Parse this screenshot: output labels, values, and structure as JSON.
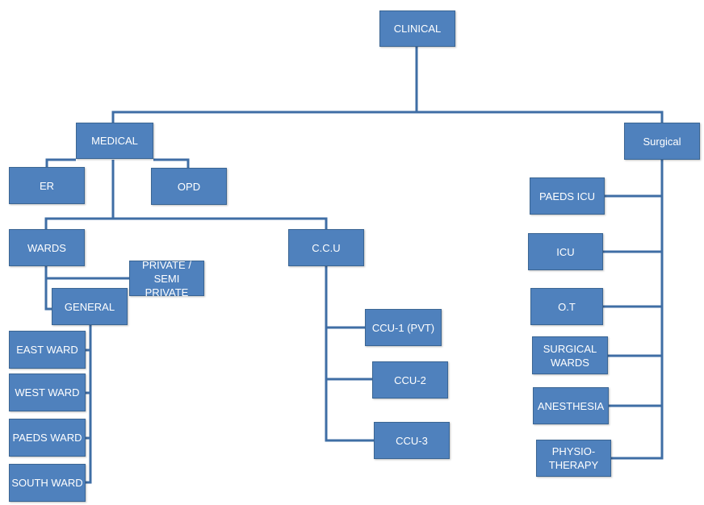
{
  "colors": {
    "box_fill": "#4f81bd",
    "box_border": "#3a6593",
    "connector": "#3f6ea5",
    "text": "#ffffff"
  },
  "nodes": {
    "clinical": "CLINICAL",
    "medical": "MEDICAL",
    "surgical": "Surgical",
    "er": "ER",
    "opd": "OPD",
    "wards": "WARDS",
    "ccu": "C.C.U",
    "private_semi_private": "PRIVATE /\nSEMI PRIVATE",
    "general": "GENERAL",
    "east_ward": "EAST WARD",
    "west_ward": "WEST WARD",
    "paeds_ward": "PAEDS WARD",
    "south_ward": "SOUTH WARD",
    "ccu_1": "CCU-1 (PVT)",
    "ccu_2": "CCU-2",
    "ccu_3": "CCU-3",
    "paeds_icu": "PAEDS ICU",
    "icu": "ICU",
    "ot": "O.T",
    "surgical_wards": "SURGICAL\nWARDS",
    "anesthesia": "ANESTHESIA",
    "physiotherapy": "PHYSIO-\nTHERAPY"
  }
}
